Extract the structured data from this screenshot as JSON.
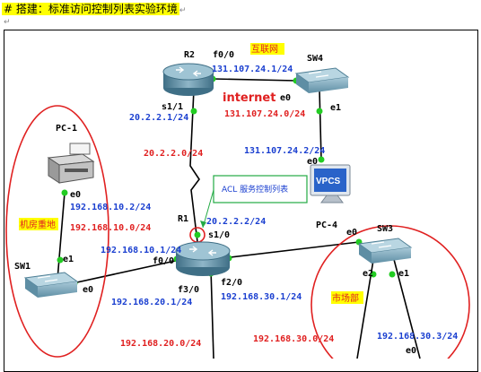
{
  "heading": {
    "prefix": "#",
    "text": "搭建：标准访问控制列表实验环境",
    "mark": "↵"
  },
  "devices": {
    "r1": "R1",
    "r2": "R2",
    "sw1": "SW1",
    "sw3": "SW3",
    "sw4": "SW4",
    "pc1": "PC-1",
    "pc4": "PC-4",
    "vpcs": "VPCS"
  },
  "interfaces": {
    "r2_f00": "f0/0",
    "r2_s11": "s1/1",
    "sw4_e0": "e0",
    "sw4_e1": "e1",
    "pc4_e0": "e0",
    "r1_s10": "s1/0",
    "r1_f00": "f0/0",
    "r1_f30": "f3/0",
    "r1_f20": "f2/0",
    "pc1_e0": "e0",
    "sw1_e1": "e1",
    "sw1_e0": "e0",
    "sw3_e0": "e0",
    "sw3_e2": "e2",
    "sw3_e1": "e1",
    "bottom_e0": "e0"
  },
  "addresses": {
    "r2_f00": "131.107.24.1/24",
    "internet_net": "131.107.24.0/24",
    "pc4_ip": "131.107.24.2/24",
    "r2_s11": "20.2.2.1/24",
    "serial_net": "20.2.2.0/24",
    "r1_s10": "20.2.2.2/24",
    "pc1_ip": "192.168.10.2/24",
    "net10": "192.168.10.0/24",
    "r1_f00": "192.168.10.1/24",
    "r1_f30": "192.168.20.1/24",
    "r1_f20": "192.168.30.1/24",
    "net20": "192.168.20.0/24",
    "net30": "192.168.30.0/24",
    "sw3_host": "192.168.30.3/24"
  },
  "labels": {
    "internet": "internet",
    "internet_zh": "互联网",
    "acl": "ACL 服务控制列表",
    "server_room": "机房重地",
    "market_dept": "市场部"
  },
  "colors": {
    "blue": "#1a3fd0",
    "red": "#e02020",
    "highlight": "#ffff00",
    "link_dot": "#22cc22",
    "acl_border": "#22aa44"
  }
}
